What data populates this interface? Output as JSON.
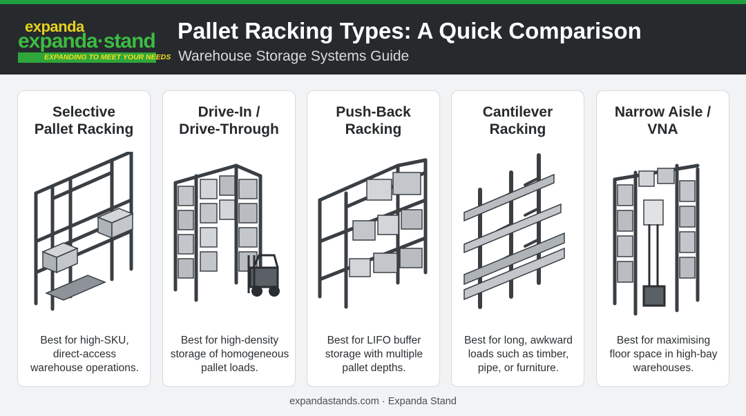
{
  "logo": {
    "line1": "expanda",
    "line2": "expanda·stand",
    "tagline": "EXPANDING TO MEET YOUR NEEDS"
  },
  "header": {
    "title": "Pallet Racking Types: A Quick Comparison",
    "subtitle": "Warehouse Storage Systems Guide"
  },
  "cards": [
    {
      "title_lines": [
        "Selective",
        "Pallet Racking"
      ],
      "illustration": "selective-rack-icon",
      "desc_lines": [
        "Best for high-SKU,",
        "direct-access",
        "warehouse operations."
      ]
    },
    {
      "title_lines": [
        "Drive-In /",
        "Drive-Through"
      ],
      "illustration": "drive-in-rack-icon",
      "desc_lines": [
        "Best for high-density",
        "storage of homogeneous",
        "pallet loads."
      ]
    },
    {
      "title_lines": [
        "Push-Back",
        "Racking"
      ],
      "illustration": "push-back-rack-icon",
      "desc_lines": [
        "Best for LIFO buffer",
        "storage with multiple",
        "pallet depths."
      ]
    },
    {
      "title_lines": [
        "Cantilever",
        "Racking"
      ],
      "illustration": "cantilever-rack-icon",
      "desc_lines": [
        "Best for long, awkward",
        "loads such as timber,",
        "pipe, or furniture."
      ]
    },
    {
      "title_lines": [
        "Narrow Aisle /",
        "VNA"
      ],
      "illustration": "narrow-aisle-rack-icon",
      "desc_lines": [
        "Best for maximising",
        "floor space in high-bay",
        "warehouses."
      ]
    }
  ],
  "footer": {
    "text": "expandastands.com · Expanda Stand"
  },
  "colors": {
    "accent_green": "#1f9d3f",
    "header_bg": "#262a2d",
    "logo_yellow": "#e7d21c",
    "logo_green": "#3dbb43",
    "rack_steel": "#3a3f44",
    "box_grey": "#b9bdc1"
  }
}
